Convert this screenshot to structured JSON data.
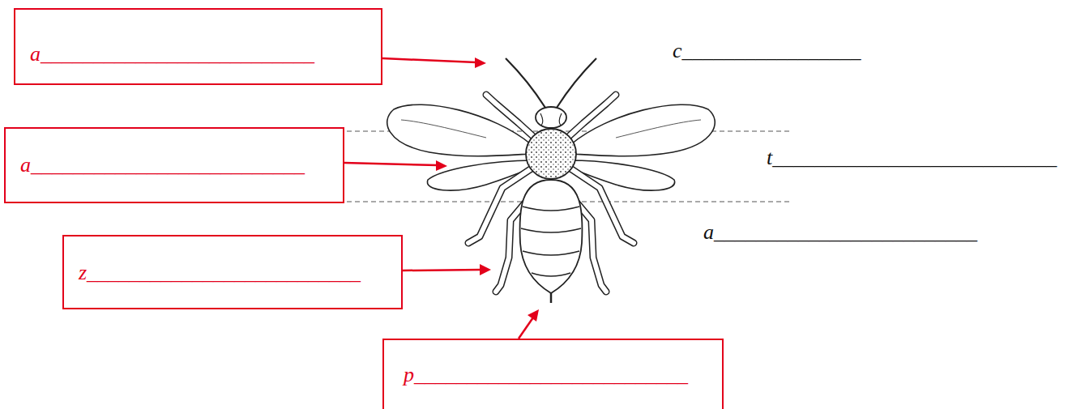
{
  "diagram": {
    "nodes": [
      {
        "text": [
          "a__________________________"
        ]
      },
      {
        "text": [
          "a__________________________"
        ]
      },
      {
        "text": [
          "z__________________________"
        ]
      },
      {
        "text": [
          "p__________________________"
        ]
      }
    ],
    "labels": [
      "c_________________",
      "t___________________________",
      "a_________________________"
    ]
  }
}
